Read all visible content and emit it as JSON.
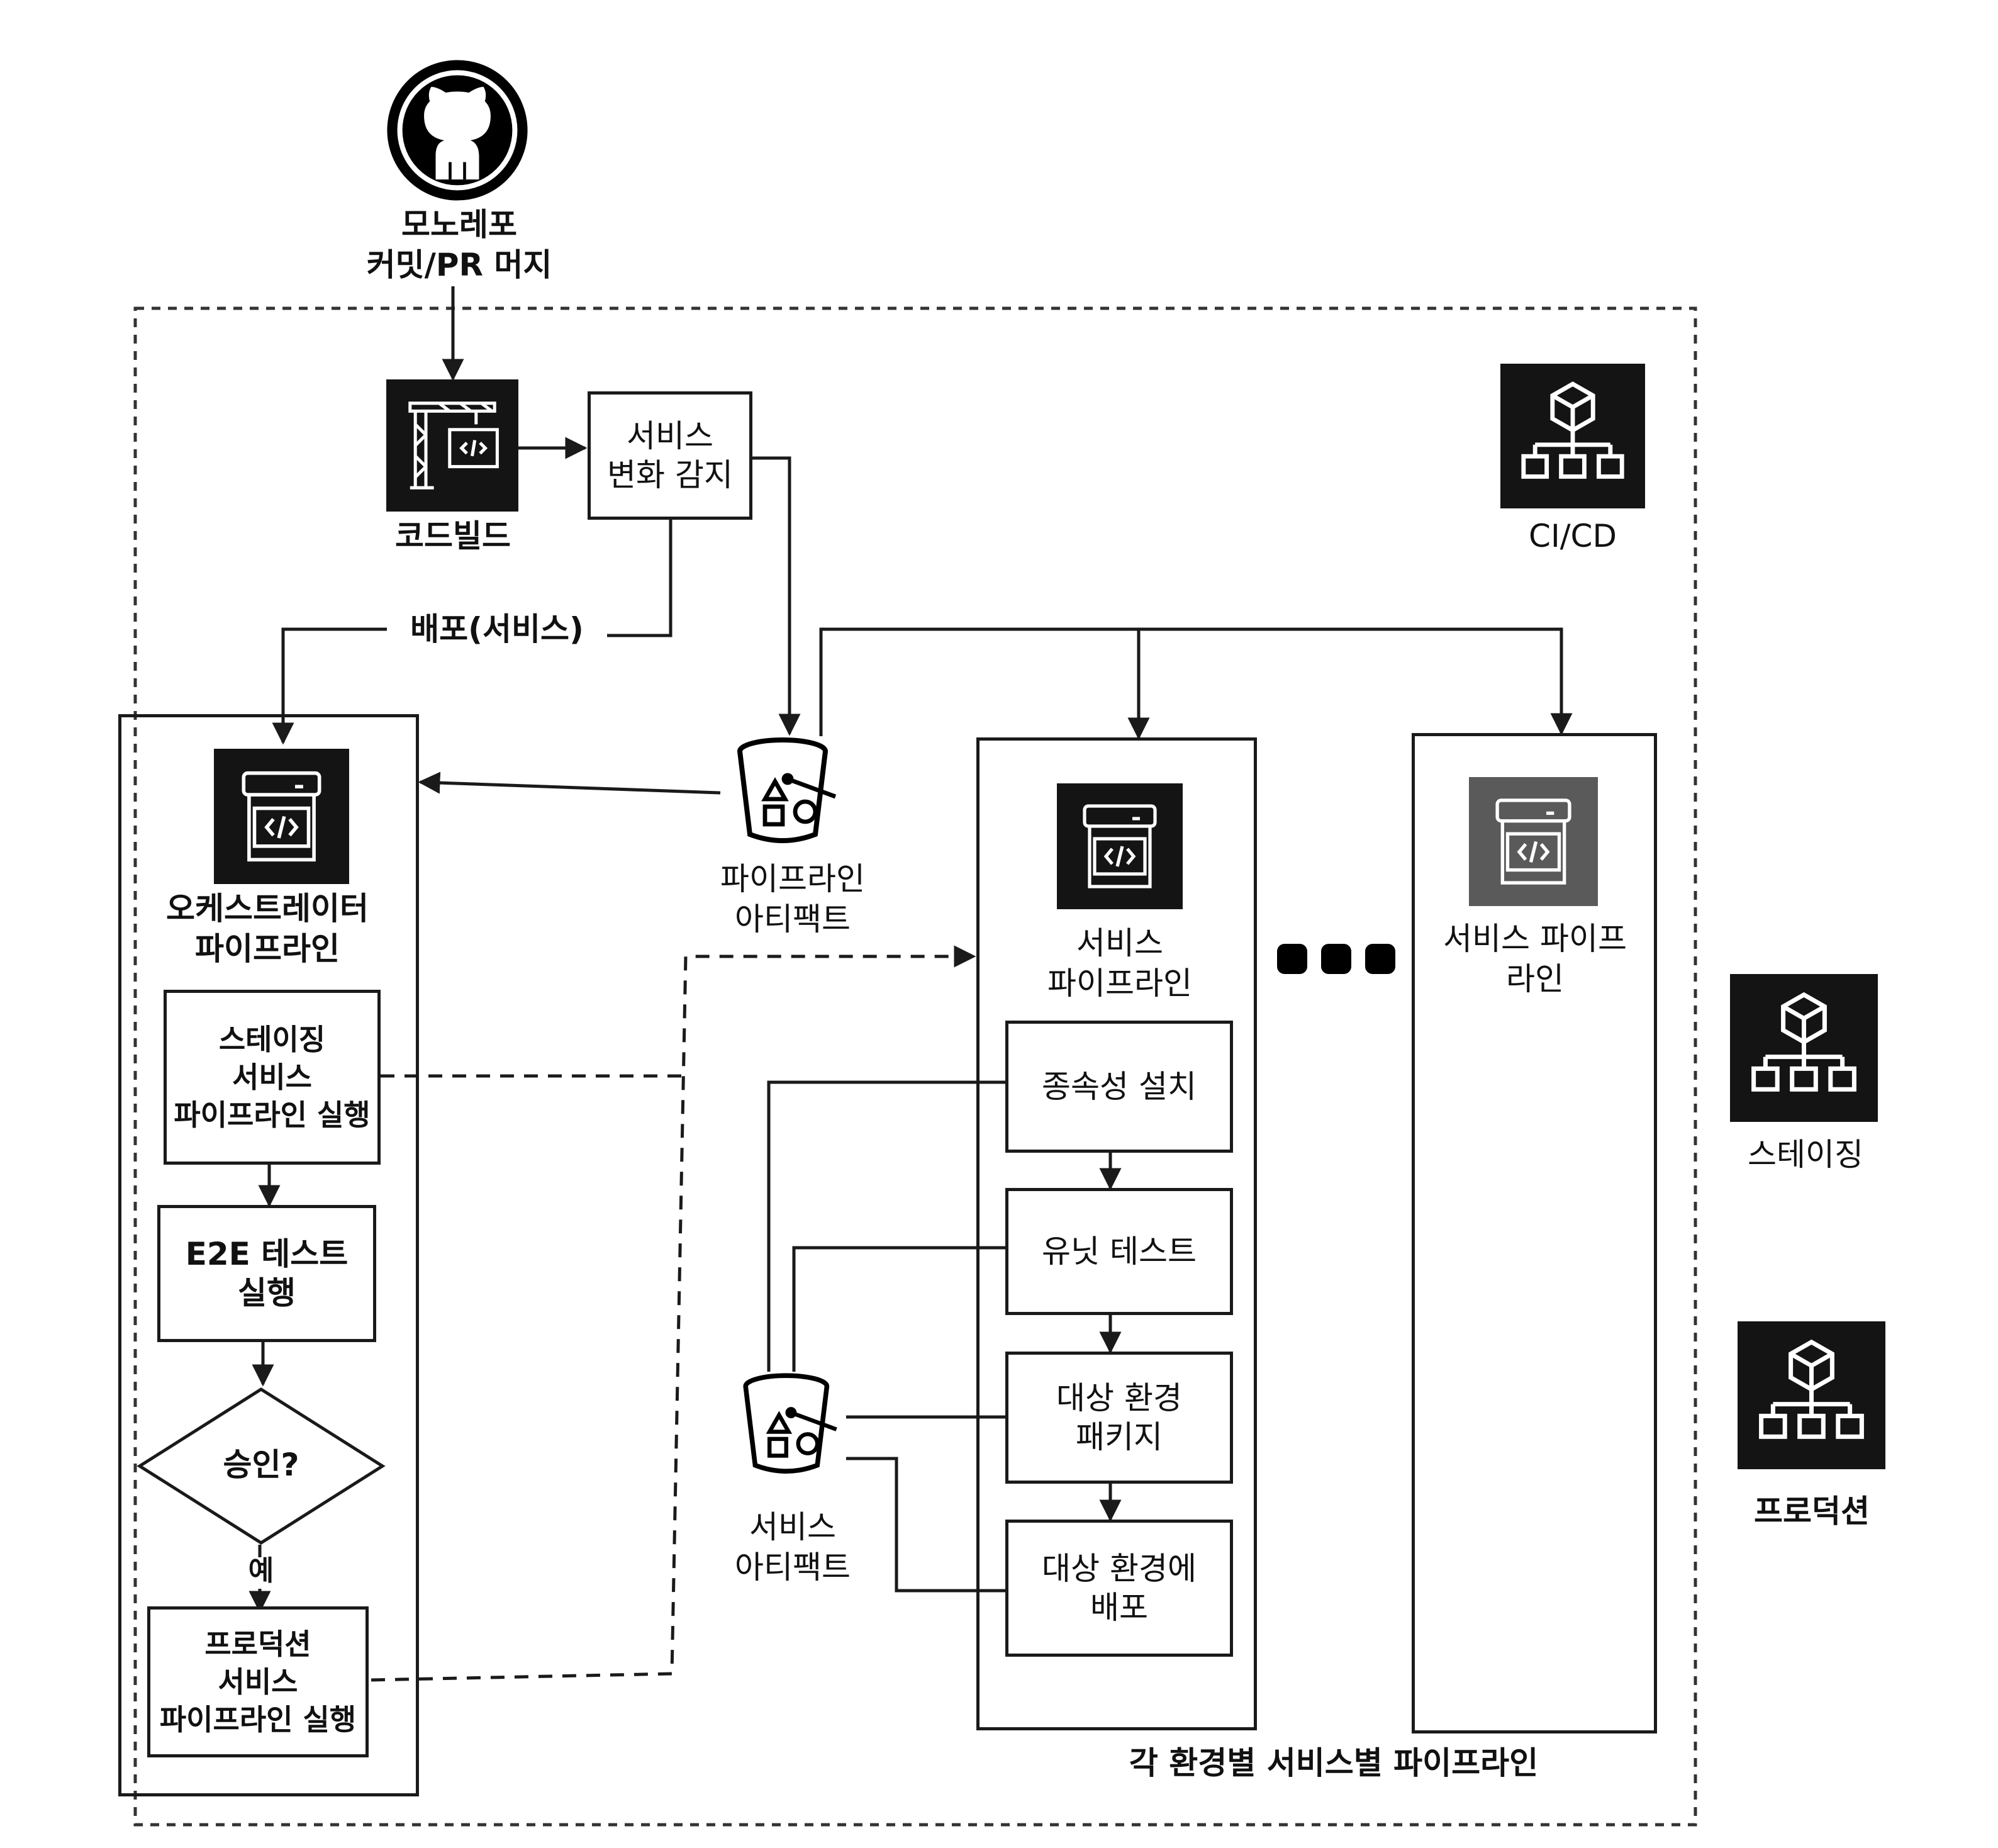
{
  "source": {
    "label": "모노레포\n커밋/PR 머지",
    "icon": "github-icon"
  },
  "codebuild": {
    "label": "코드빌드",
    "icon": "codebuild-icon"
  },
  "change_detect": {
    "label": "서비스\n변화 감지"
  },
  "deploy_edge": {
    "label": "배포(서비스)"
  },
  "pipeline_artifact": {
    "label": "파이프라인\n아티팩트",
    "icon": "s3-bucket-icon"
  },
  "service_artifact": {
    "label": "서비스\n아티팩트",
    "icon": "s3-bucket-icon"
  },
  "orchestrator": {
    "label": "오케스트레이터\n파이프라인",
    "icon": "codepipeline-icon",
    "steps": {
      "staging": "스테이징\n서비스\n파이프라인 실행",
      "e2e": "E2E 테스트\n실행",
      "approval": "승인?",
      "yes": "예",
      "production": "프로덕션\n서비스\n파이프라인 실행"
    }
  },
  "service_pipeline": {
    "label": "서비스\n파이프라인",
    "icon": "codepipeline-icon",
    "steps": [
      "종속성 설치",
      "유닛 테스트",
      "대상 환경\n패키지",
      "대상 환경에\n배포"
    ]
  },
  "service_pipeline_2": {
    "label": "서비스 파이프\n라인",
    "icon": "codepipeline-icon"
  },
  "ellipsis": "more-pipelines-dots",
  "group_caption": "각 환경별 서비스별 파이프라인",
  "environments": [
    {
      "label": "CI/CD",
      "icon": "account-org-icon"
    },
    {
      "label": "스테이징",
      "icon": "account-org-icon"
    },
    {
      "label": "프로덕션",
      "icon": "account-org-icon"
    }
  ],
  "colors": {
    "ink": "#1a1a1a",
    "icon_bg": "#141414",
    "icon_bg_faded": "#5a5a5a",
    "paper": "#ffffff"
  }
}
